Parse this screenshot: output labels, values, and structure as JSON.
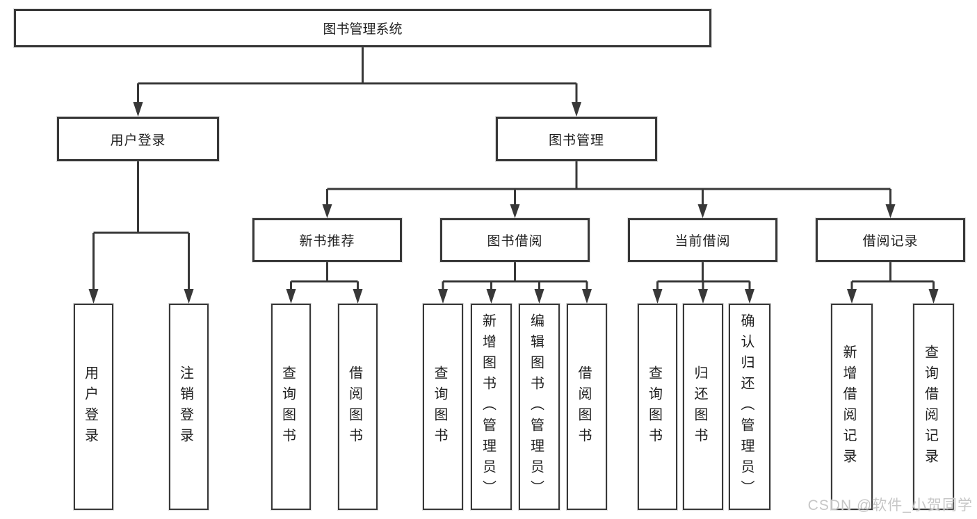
{
  "diagram": {
    "root": {
      "label": "图书管理系统"
    },
    "level2": {
      "user_login": {
        "label": "用户登录"
      },
      "book_mgmt": {
        "label": "图书管理"
      }
    },
    "level3": [
      {
        "label": "新书推荐"
      },
      {
        "label": "图书借阅"
      },
      {
        "label": "当前借阅"
      },
      {
        "label": "借阅记录"
      }
    ],
    "leaves": {
      "user_login": [
        "用户登录",
        "注销登录"
      ],
      "new_book": [
        "查询图书",
        "借阅图书"
      ],
      "borrow": [
        "查询图书",
        "新增图书（管理员）",
        "编辑图书（管理员）",
        "借阅图书"
      ],
      "current": [
        "查询图书",
        "归还图书",
        "确认归还（管理员）"
      ],
      "records": [
        "新增借阅记录",
        "查询借阅记录"
      ]
    }
  },
  "watermark": {
    "text": "CSDN @软件_小贺同学"
  },
  "colors": {
    "line": "#383838",
    "box_border": "#383838",
    "text": "#1f1f1f",
    "watermark": "#c7c7c7"
  }
}
